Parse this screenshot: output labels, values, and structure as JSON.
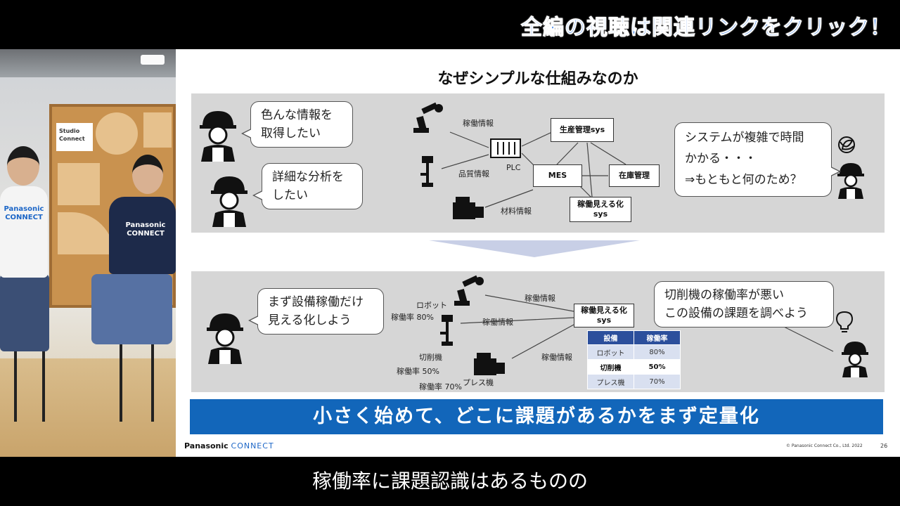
{
  "banner": {
    "text": "全編の視聴は関連リンクをクリック！"
  },
  "video": {
    "shelf_sign": "Studio\nConnect",
    "shirt_left_brand": "Panasonic\nCONNECT",
    "shirt_right_brand": "Panasonic\nCONNECT"
  },
  "slide": {
    "title": "なぜシンプルな仕組みなのか",
    "top": {
      "bubble_1": "色んな情報を\n取得したい",
      "bubble_2": "詳細な分析を\nしたい",
      "bubble_3": "システムが複雑で時間\nかかる・・・\n⇒もともと何のため？",
      "labels": {
        "kadou": "稼働情報",
        "hinshitsu": "品質情報",
        "zairyo": "材料情報",
        "plc": "PLC"
      },
      "boxes": {
        "seisan": "生産管理sys",
        "mes": "MES",
        "zaiko": "在庫管理",
        "mieruka": "稼働見える化\nsys"
      }
    },
    "bottom": {
      "bubble_1": "まず設備稼働だけ\n見える化しよう",
      "bubble_2": "切削機の稼働率が悪い\nこの設備の課題を調べよう",
      "labels": {
        "robot": "ロボット",
        "robot_rate": "稼働率 80%",
        "cutter": "切削機",
        "cutter_rate": "稼働率 50%",
        "press": "プレス機",
        "press_rate": "稼働率 70%",
        "kadou_1": "稼働情報",
        "kadou_2": "稼働情報",
        "kadou_3": "稼働情報"
      },
      "box": "稼働見える化\nsys",
      "table": {
        "headers": [
          "設備",
          "稼働率"
        ],
        "rows": [
          [
            "ロボット",
            "80%"
          ],
          [
            "切削機",
            "50%"
          ],
          [
            "プレス機",
            "70%"
          ]
        ]
      }
    },
    "conclusion": "小さく始めて、どこに課題があるかをまず定量化",
    "footer": {
      "logo_main": "Panasonic",
      "logo_sub": "CONNECT",
      "copyright": "© Panasonic Connect Co., Ltd. 2022",
      "page": "26"
    }
  },
  "subtitle": "稼働率に課題認識はあるものの",
  "colors": {
    "banner_text": "#3a7fe8",
    "bar_blue": "#1266ba",
    "table_header": "#2c4f9c",
    "arrow": "#c8cfe6"
  }
}
